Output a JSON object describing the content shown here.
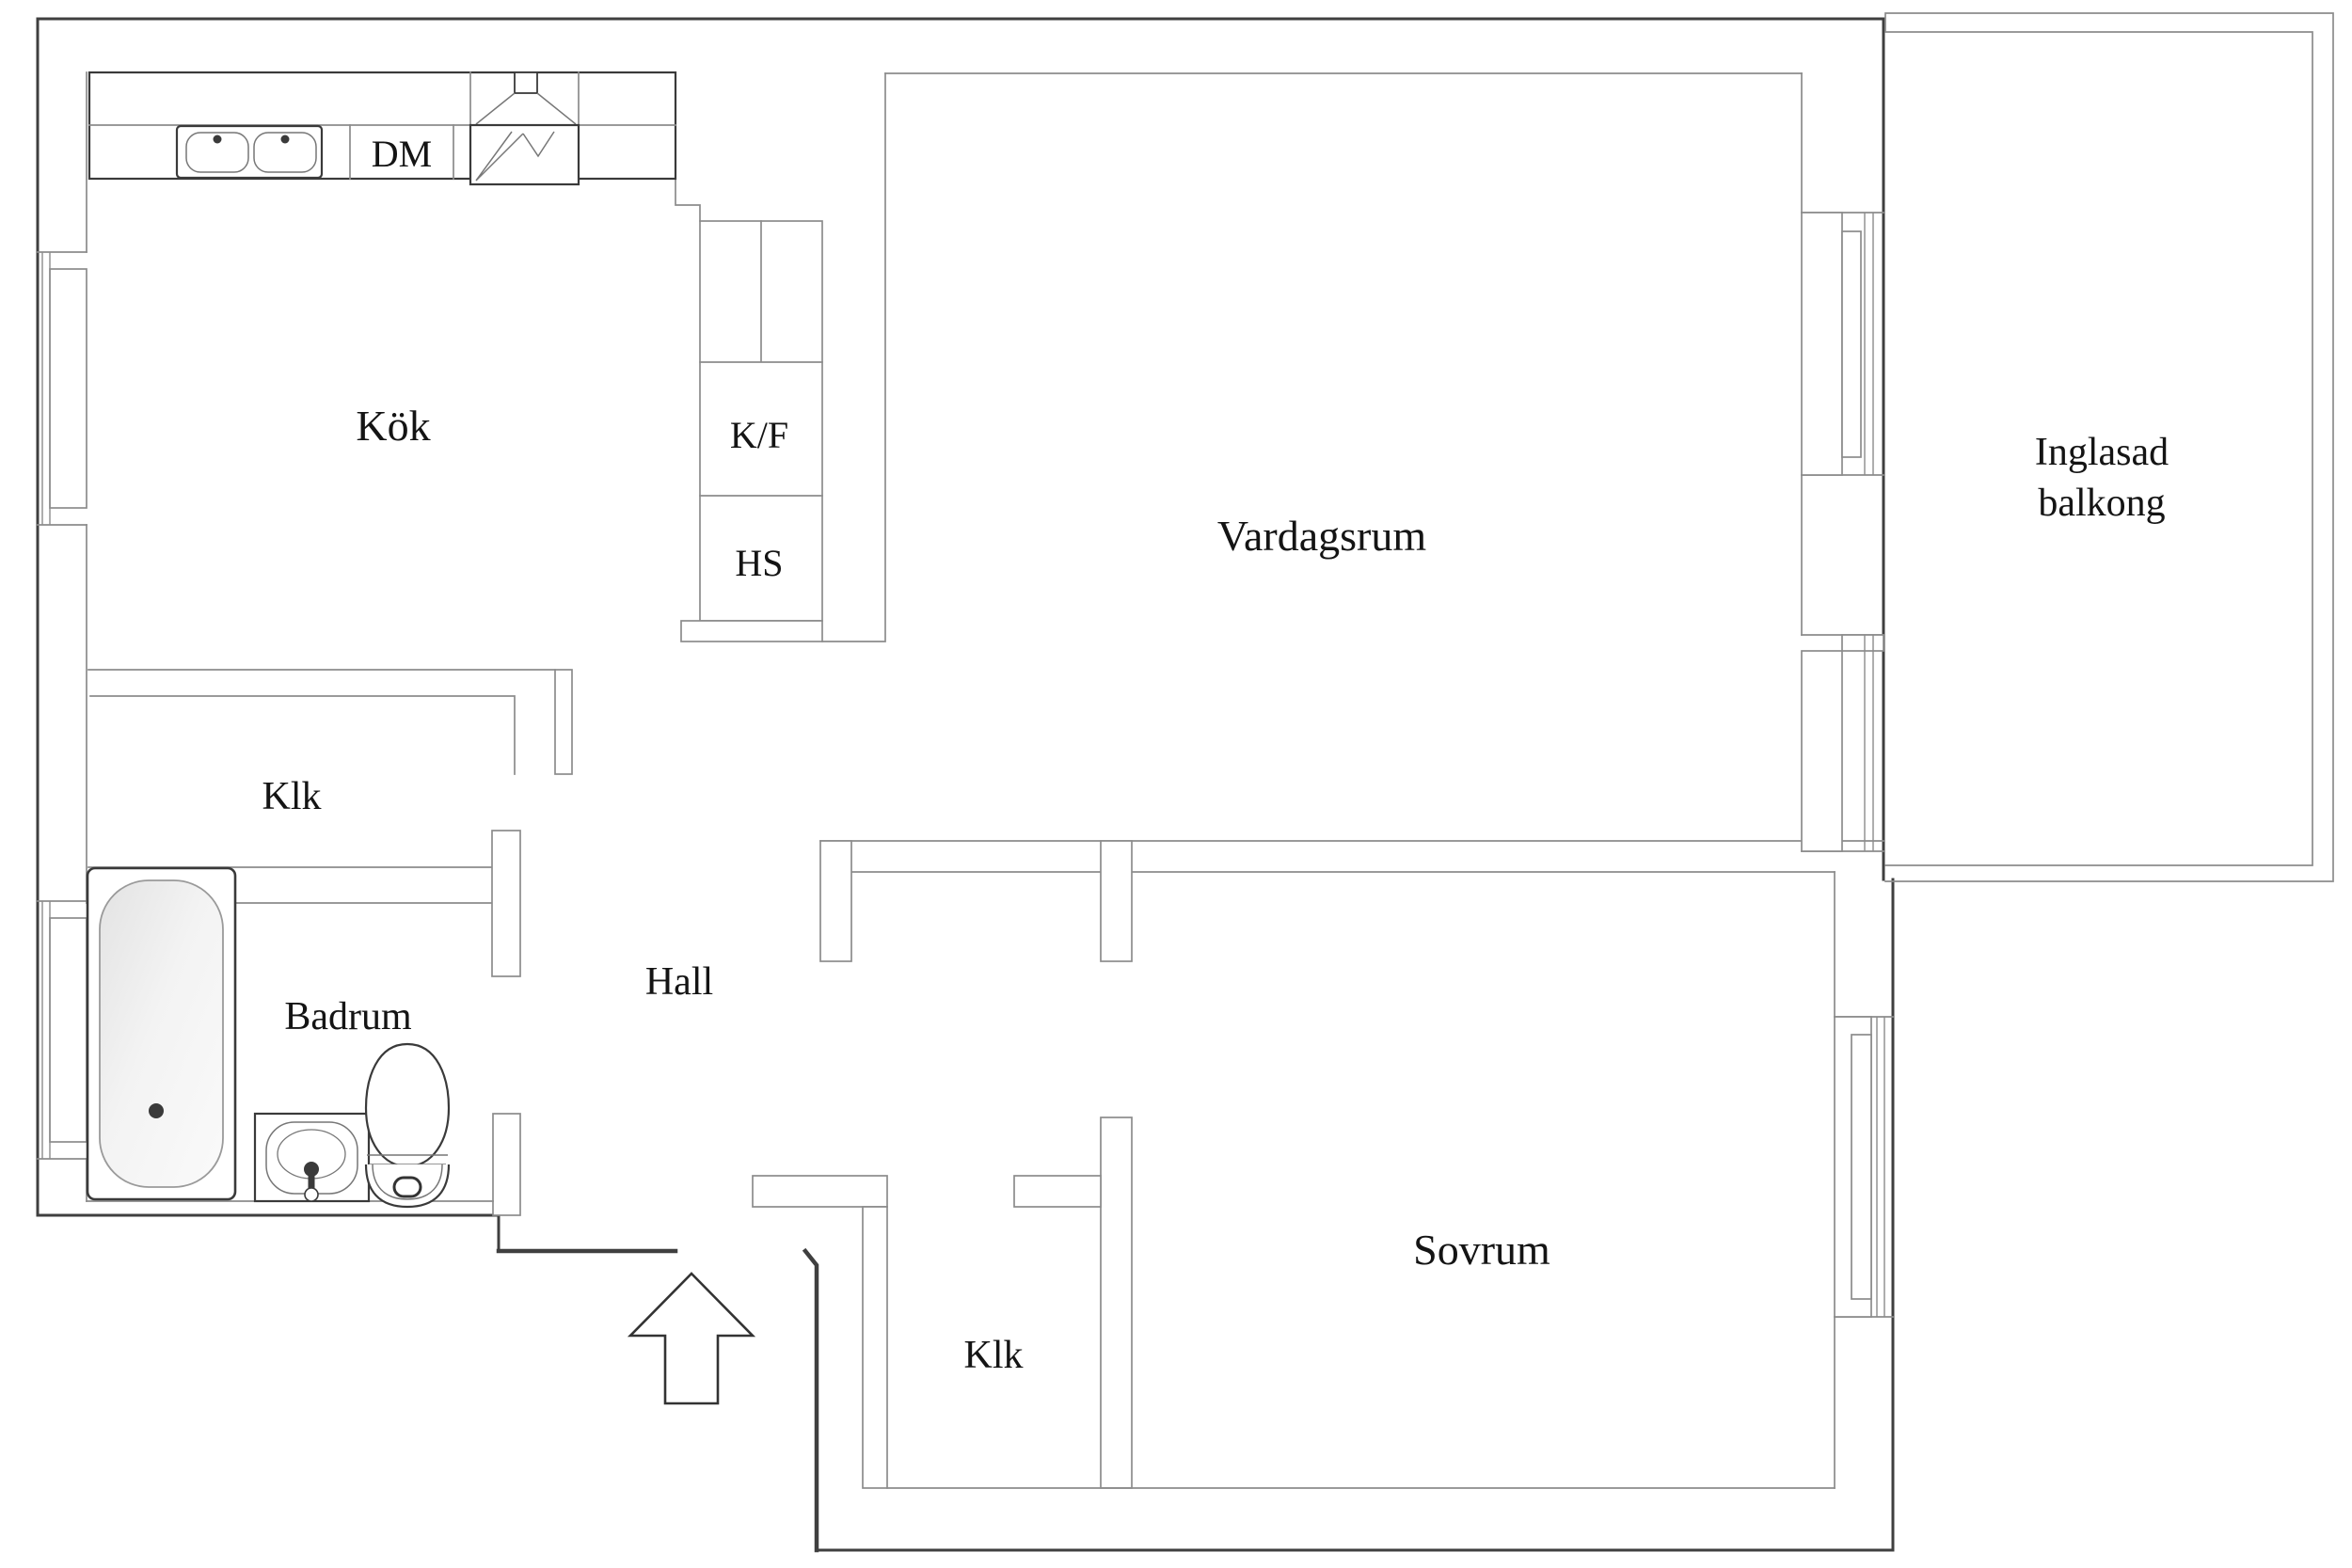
{
  "floorplan": {
    "type": "apartment-floor-plan",
    "rooms": [
      {
        "id": "kok",
        "label": "Kök"
      },
      {
        "id": "vardagsrum",
        "label": "Vardagsrum"
      },
      {
        "id": "balkong",
        "label_line1": "Inglasad",
        "label_line2": "balkong"
      },
      {
        "id": "klk-upper",
        "label": "Klk"
      },
      {
        "id": "hall",
        "label": "Hall"
      },
      {
        "id": "badrum",
        "label": "Badrum"
      },
      {
        "id": "sovrum",
        "label": "Sovrum"
      },
      {
        "id": "klk-lower",
        "label": "Klk"
      }
    ],
    "appliances": [
      {
        "id": "dishwasher",
        "label": "DM"
      },
      {
        "id": "fridge-freezer",
        "label": "K/F"
      },
      {
        "id": "tall-cabinet",
        "label": "HS"
      }
    ],
    "fixtures": [
      "double-sink-icon",
      "stove-with-hood-icon",
      "bathtub-icon",
      "washbasin-icon",
      "toilet-icon",
      "entrance-arrow-icon",
      "window-icon"
    ],
    "colors": {
      "background": "#ffffff",
      "wall_dark": "#3f3f3f",
      "wall_light": "#8c8c8c",
      "fixture_dark": "#3a3a3a",
      "fixture_mid": "#777777",
      "tub_fill": "#efefef",
      "text": "#141414"
    }
  }
}
